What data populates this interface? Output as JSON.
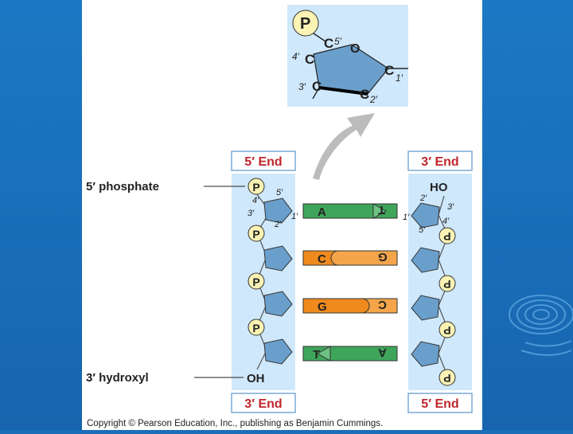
{
  "colors": {
    "background": "#1a6fb8",
    "panel": "#cfe8fb",
    "sugar": "#6b9fcb",
    "phosphate": "#fbf3b4",
    "end_label": "#c0262c",
    "pair_green": "#3ea55a",
    "pair_orange": "#ef8a1e"
  },
  "sugar_inset": {
    "phosphate": "P",
    "c5": "C",
    "c5_prime": "5′",
    "oxygen": "O",
    "c4_label": "4′",
    "c4": "C",
    "c1": "C",
    "c1_label": "1′",
    "c3_label": "3′",
    "c3": "C",
    "c2": "C",
    "c2_label": "2′"
  },
  "left_strand": {
    "top_end": "5′ End",
    "bottom_end": "3′ End",
    "label_5_phosphate": "5′ phosphate",
    "label_3_hydroxyl": "3′ hydroxyl",
    "phosphates": [
      "P",
      "P",
      "P",
      "P"
    ],
    "carbon_labels": {
      "c5": "5′",
      "c4": "4′",
      "c3": "3′",
      "c2": "2′",
      "c1": "1′"
    },
    "hydroxyl": "OH"
  },
  "right_strand": {
    "top_end": "3′ End",
    "bottom_end": "5′ End",
    "hydroxyl": "HO",
    "phosphates": [
      "P",
      "P",
      "P",
      "P"
    ],
    "carbon_labels": {
      "c2": "2′",
      "c3": "3′",
      "c4": "4′",
      "c5": "5′",
      "c1": "1′"
    }
  },
  "base_pairs": [
    {
      "left": "A",
      "right": "T",
      "color": "green"
    },
    {
      "left": "C",
      "right": "G",
      "color": "orange"
    },
    {
      "left": "G",
      "right": "C",
      "color": "orange"
    },
    {
      "left": "T",
      "right": "A",
      "color": "green"
    }
  ],
  "copyright": "Copyright © Pearson Education, Inc., publishing as Benjamin Cummings."
}
